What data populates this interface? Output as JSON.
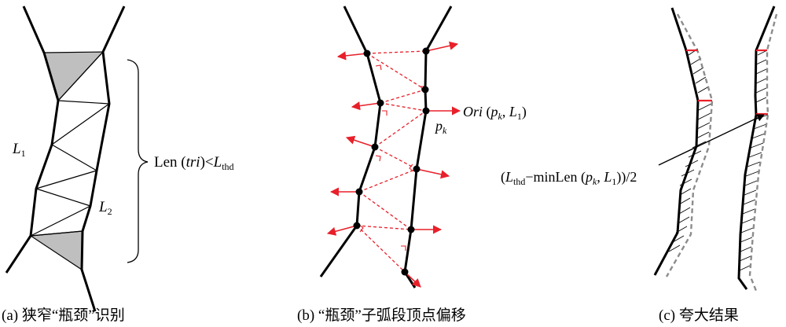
{
  "panel_a": {
    "label_l1_main": "L",
    "label_l1_sub": "1",
    "label_l2_main": "L",
    "label_l2_sub": "2",
    "len_text_prefix": "Len (",
    "len_text_tri": "tri",
    "len_text_mid": ")<",
    "len_text_l": "L",
    "len_text_thd": "thd",
    "caption": "(a) 狭窄“瓶颈”识别"
  },
  "panel_b": {
    "ori_name": "Ori",
    "ori_open": " (",
    "ori_p": "p",
    "ori_k": "k",
    "ori_comma": ", ",
    "ori_l": "L",
    "ori_one": "1",
    "ori_close": ")",
    "pk_p": "p",
    "pk_k": "k",
    "caption": "(b) “瓶颈”子弧段顶点偏移"
  },
  "panel_c": {
    "formula_open": "(",
    "formula_l": "L",
    "formula_thd": "thd",
    "formula_mid": "−minLen (",
    "formula_p": "p",
    "formula_k": "k",
    "formula_comma": ", ",
    "formula_l1": "L",
    "formula_one": "1",
    "formula_close": "))/2",
    "caption": "(c) 夸大结果"
  },
  "colors": {
    "line": "#000000",
    "arrow_red": "#e8202a",
    "triangle_fill": "#bfbfbf",
    "dashed_gray": "#8c8c8c"
  }
}
